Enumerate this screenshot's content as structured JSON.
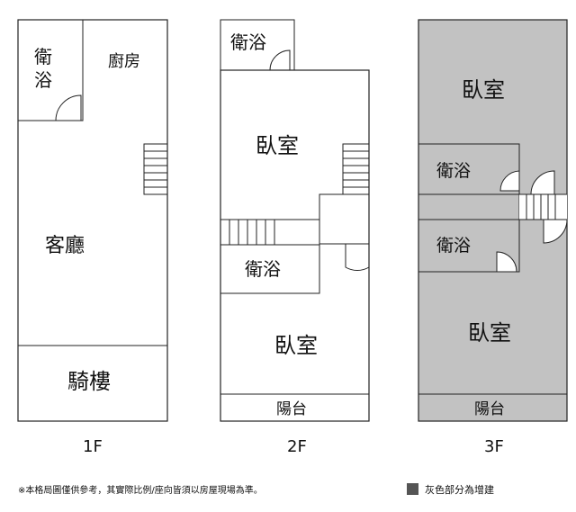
{
  "floors": {
    "f1": {
      "label": "1F",
      "rooms": {
        "bath_line1": "衛",
        "bath_line2": "浴",
        "kitchen": "廚房",
        "living": "客廳",
        "arcade": "騎樓"
      }
    },
    "f2": {
      "label": "2F",
      "rooms": {
        "bath_top": "衛浴",
        "bedroom_top": "臥室",
        "bath_mid": "衛浴",
        "bedroom_bottom": "臥室",
        "balcony": "陽台"
      }
    },
    "f3": {
      "label": "3F",
      "rooms": {
        "bedroom_top": "臥室",
        "bath_upper": "衛浴",
        "bath_lower": "衛浴",
        "bedroom_bottom": "臥室",
        "balcony": "陽台"
      }
    }
  },
  "footer": {
    "note": "※本格局圖僅供參考，其實際比例/座向皆須以房屋現場為準。",
    "legend": "灰色部分為增建"
  },
  "colors": {
    "extension_gray": "#c2c2c2",
    "legend_swatch": "#555555",
    "wall": "#222222"
  }
}
